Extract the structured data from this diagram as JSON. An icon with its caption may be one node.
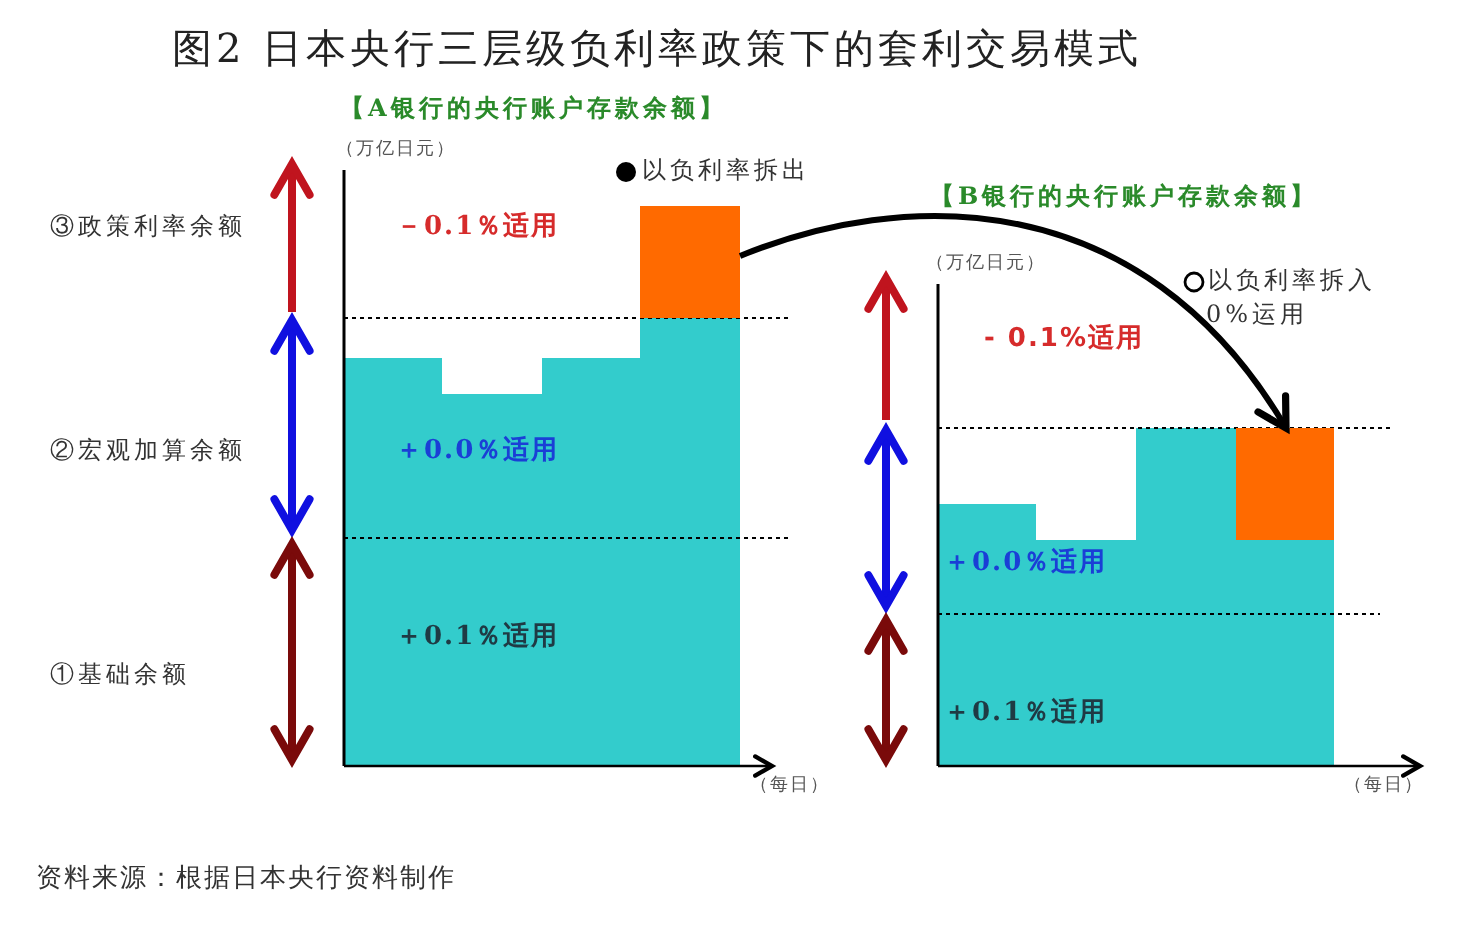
{
  "diagram": {
    "title": "图2 日本央行三层级负利率政策下的套利交易模式",
    "nodes": [
      {
        "text": [],
        "shape": "box"
      },
      {
        "text": [],
        "shape": "box"
      }
    ],
    "edges": [
      {
        "from": 0,
        "to": 1,
        "arrow": "to"
      }
    ],
    "labels": [
      "【A银行的央行账户存款余额】",
      "（万亿日元）",
      "以负利率拆出",
      "③政策利率余额",
      "－0.1％适用",
      "【B银行的央行账户存款余额】",
      "（万亿日元）",
      "以负利率拆入",
      "0%运用",
      "- 0.1%适用",
      "②宏观加算余额",
      "＋0.0％适用",
      "＋0.0％适用",
      "①基础余额",
      "＋0.1％适用",
      "＋0.1％适用",
      "（每日）",
      "（每日）"
    ],
    "caption": "资料来源：根据日本央行资料制作"
  }
}
